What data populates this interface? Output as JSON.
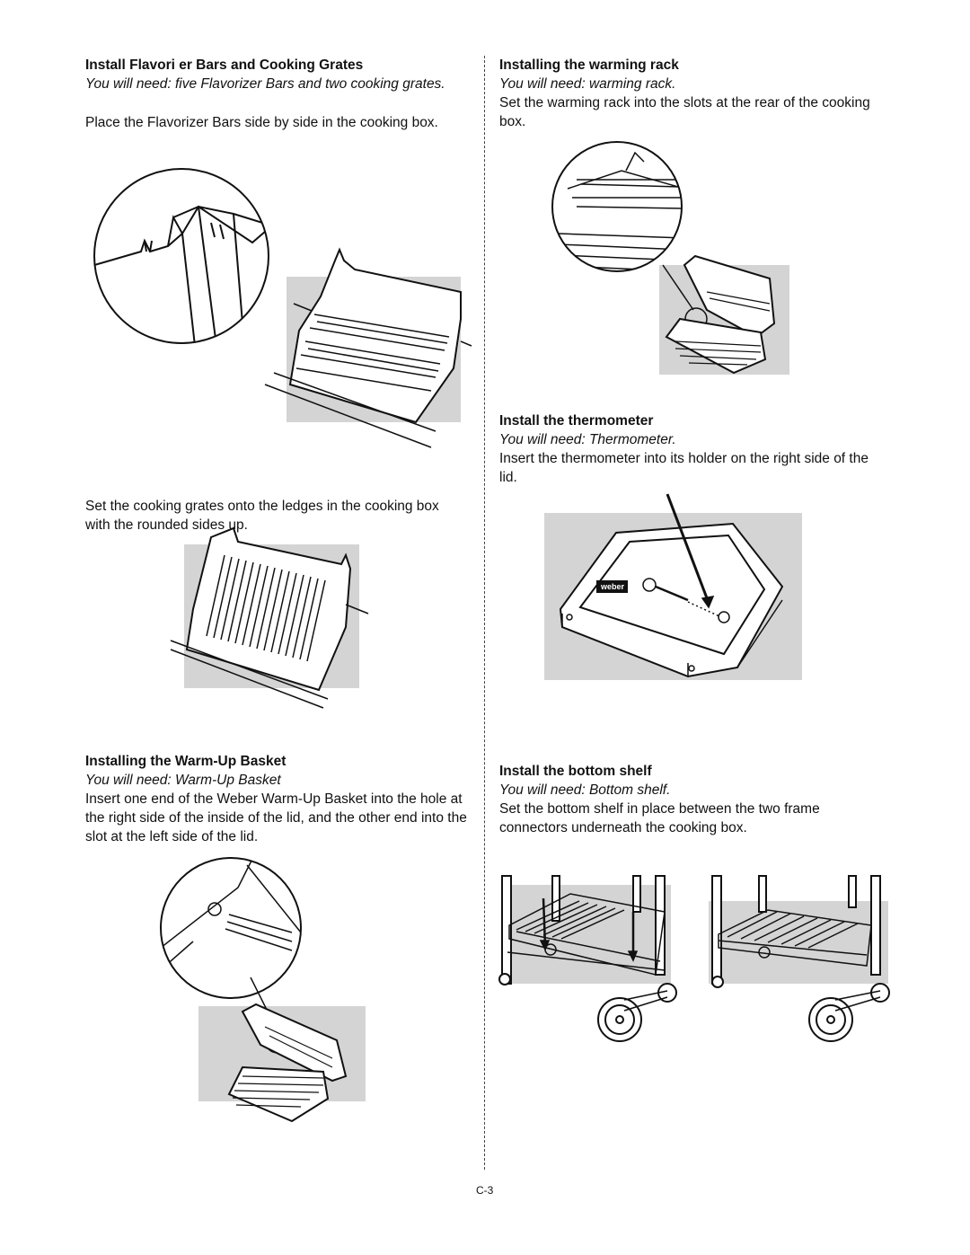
{
  "left": {
    "flavorizer": {
      "title": "Install Flavori  er  Bars and Cooking Grates",
      "need": "You will need: five Flavorizer Bars and two cooking grates.",
      "body": "Place the Flavorizer Bars side by side in the cooking box."
    },
    "grates": {
      "body": "Set the cooking grates onto the ledges in the cooking box with the rounded sides up."
    },
    "warmup": {
      "title": "Installing the Warm-Up  Basket",
      "need": "You will need: Warm-Up Basket",
      "body": "Insert one end of the Weber Warm-Up Basket into the hole at the right side of the inside of the lid, and the other end into the slot at the left side of the lid."
    }
  },
  "right": {
    "warming_rack": {
      "title": "Installing the warming rack",
      "need": "You will need: warming rack.",
      "body": "Set the warming rack into the slots at the rear of the cooking box."
    },
    "thermometer": {
      "title": "Install the thermometer",
      "need": "You will need: Thermometer.",
      "body": "Insert the thermometer into its holder on the right side of the lid."
    },
    "bottom_shelf": {
      "title": "Install the bottom shelf",
      "need": "You will need: Bottom shelf.",
      "body": "Set the bottom shelf in place between the two frame connectors underneath the cooking box."
    }
  },
  "logo_text": "weber",
  "page_number": "C-3",
  "colors": {
    "panel_gray": "#d4d4d4",
    "ink": "#111111"
  }
}
